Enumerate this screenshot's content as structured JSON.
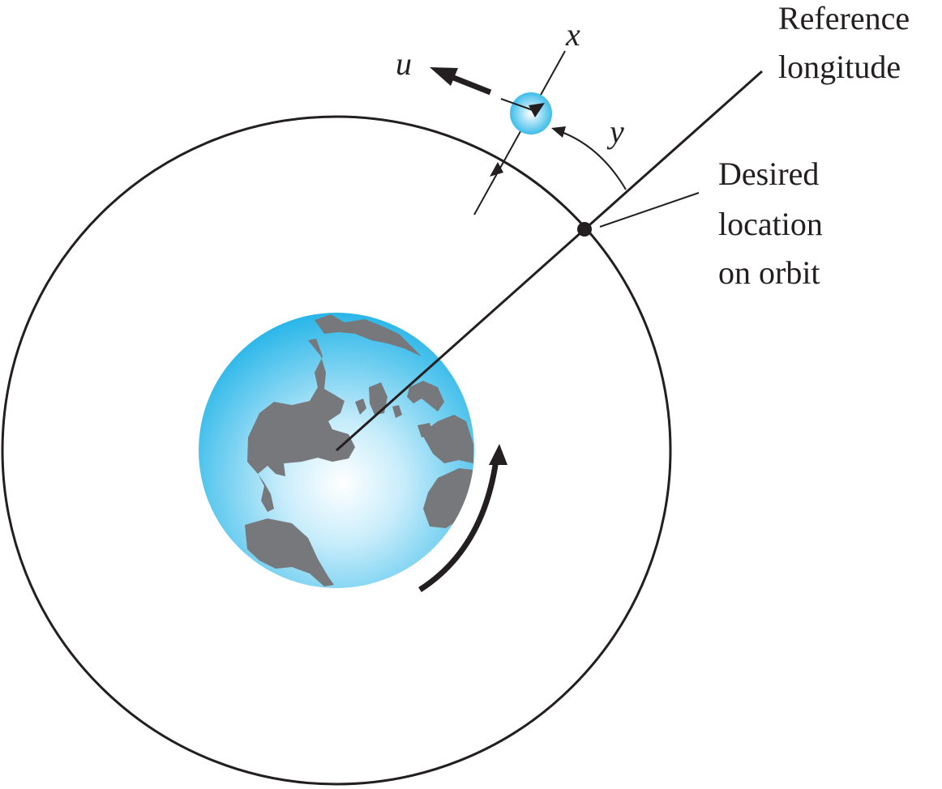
{
  "labels": {
    "reference_line1": "Reference",
    "reference_line2": "longitude",
    "desired_line1": "Desired",
    "desired_line2": "location",
    "desired_line3": "on orbit",
    "var_x": "x",
    "var_u": "u",
    "var_y": "y"
  },
  "colors": {
    "line": "#231f20",
    "ocean_light": "#ffffff",
    "ocean_dark": "#29b6e8",
    "land": "#77787b",
    "satellite_dark": "#29b6e8"
  },
  "icons": {
    "earth": "earth-globe-icon",
    "satellite": "satellite-icon",
    "rotation": "curved-arrow-icon"
  }
}
